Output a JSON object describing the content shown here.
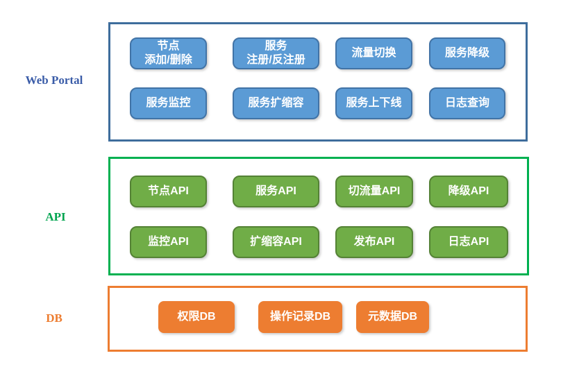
{
  "page": {
    "background": "#ffffff"
  },
  "layers": [
    {
      "label": "Web Portal",
      "colors": {
        "label": "#3A5CA8",
        "box_border": "#3E6D9C",
        "button_fill": "#5B9BD5",
        "button_border": "#4173A6",
        "button_text": "#FFFFFF"
      },
      "buttons": [
        {
          "id": "node-add-remove",
          "label": "节点\n添加/删除"
        },
        {
          "id": "service-register-unregister",
          "label": "服务\n注册/反注册"
        },
        {
          "id": "traffic-switch",
          "label": "流量切换"
        },
        {
          "id": "service-degrade",
          "label": "服务降级"
        },
        {
          "id": "service-monitor",
          "label": "服务监控"
        },
        {
          "id": "service-scale",
          "label": "服务扩缩容"
        },
        {
          "id": "service-online-offline",
          "label": "服务上下线"
        },
        {
          "id": "log-query",
          "label": "日志查询"
        }
      ]
    },
    {
      "label": "API",
      "colors": {
        "label": "#00A44F",
        "box_border": "#00B050",
        "button_fill": "#70AD47",
        "button_border": "#548235",
        "button_text": "#FFFFFF"
      },
      "buttons": [
        {
          "id": "node-api",
          "label": "节点API"
        },
        {
          "id": "service-api",
          "label": "服务API"
        },
        {
          "id": "traffic-switch-api",
          "label": "切流量API"
        },
        {
          "id": "degrade-api",
          "label": "降级API"
        },
        {
          "id": "monitor-api",
          "label": "监控API"
        },
        {
          "id": "scale-api",
          "label": "扩缩容API"
        },
        {
          "id": "publish-api",
          "label": "发布API"
        },
        {
          "id": "log-api",
          "label": "日志API"
        }
      ]
    },
    {
      "label": "DB",
      "colors": {
        "label": "#ED7D31",
        "box_border": "#ED7D31",
        "button_fill": "#ED7D31",
        "button_border": "#ED7D31",
        "button_text": "#FFFFFF"
      },
      "buttons": [
        {
          "id": "permission-db",
          "label": "权限DB"
        },
        {
          "id": "operation-record-db",
          "label": "操作记录DB"
        },
        {
          "id": "metadata-db",
          "label": "元数据DB"
        }
      ]
    }
  ]
}
